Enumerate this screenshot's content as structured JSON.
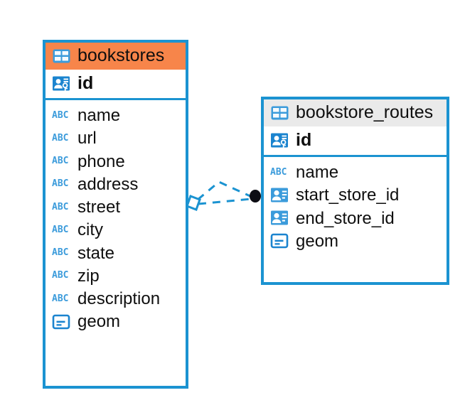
{
  "diagram": {
    "kind": "entity-relationship-diagram",
    "background": "#ffffff",
    "accent_blue": "#1b93d1",
    "accent_orange": "#f7854a",
    "header_grey": "#eaeaea",
    "icon_blue": "#3b9bdb",
    "text_color": "#0f0f0f"
  },
  "entities": [
    {
      "name": "bookstores",
      "title": "bookstores",
      "header_icon": "table-icon",
      "header_accent": "#f7854a",
      "primary_key": {
        "label": "id",
        "icon": "primary-key-icon"
      },
      "fields": [
        {
          "label": "name",
          "icon": "abc-icon",
          "type_glyph": "ABC"
        },
        {
          "label": "url",
          "icon": "abc-icon",
          "type_glyph": "ABC"
        },
        {
          "label": "phone",
          "icon": "abc-icon",
          "type_glyph": "ABC"
        },
        {
          "label": "address",
          "icon": "abc-icon",
          "type_glyph": "ABC"
        },
        {
          "label": "street",
          "icon": "abc-icon",
          "type_glyph": "ABC"
        },
        {
          "label": "city",
          "icon": "abc-icon",
          "type_glyph": "ABC"
        },
        {
          "label": "state",
          "icon": "abc-icon",
          "type_glyph": "ABC"
        },
        {
          "label": "zip",
          "icon": "abc-icon",
          "type_glyph": "ABC"
        },
        {
          "label": "description",
          "icon": "abc-icon",
          "type_glyph": "ABC"
        },
        {
          "label": "geom",
          "icon": "geom-icon",
          "type_glyph": ""
        }
      ]
    },
    {
      "name": "bookstore_routes",
      "title": "bookstore_routes",
      "header_icon": "table-icon",
      "header_accent": "#eaeaea",
      "primary_key": {
        "label": "id",
        "icon": "primary-key-icon"
      },
      "fields": [
        {
          "label": "name",
          "icon": "abc-icon",
          "type_glyph": "ABC"
        },
        {
          "label": "start_store_id",
          "icon": "fk-icon",
          "type_glyph": ""
        },
        {
          "label": "end_store_id",
          "icon": "fk-icon",
          "type_glyph": ""
        },
        {
          "label": "geom",
          "icon": "geom-icon",
          "type_glyph": ""
        }
      ]
    }
  ],
  "relationship": {
    "from_entity": "bookstores",
    "to_entity": "bookstore_routes",
    "line_style": "dashed",
    "line_color": "#1b93d1",
    "source_marker": "diamond-outline",
    "target_marker": "filled-circle",
    "target_marker_color": "#0d0d14"
  }
}
